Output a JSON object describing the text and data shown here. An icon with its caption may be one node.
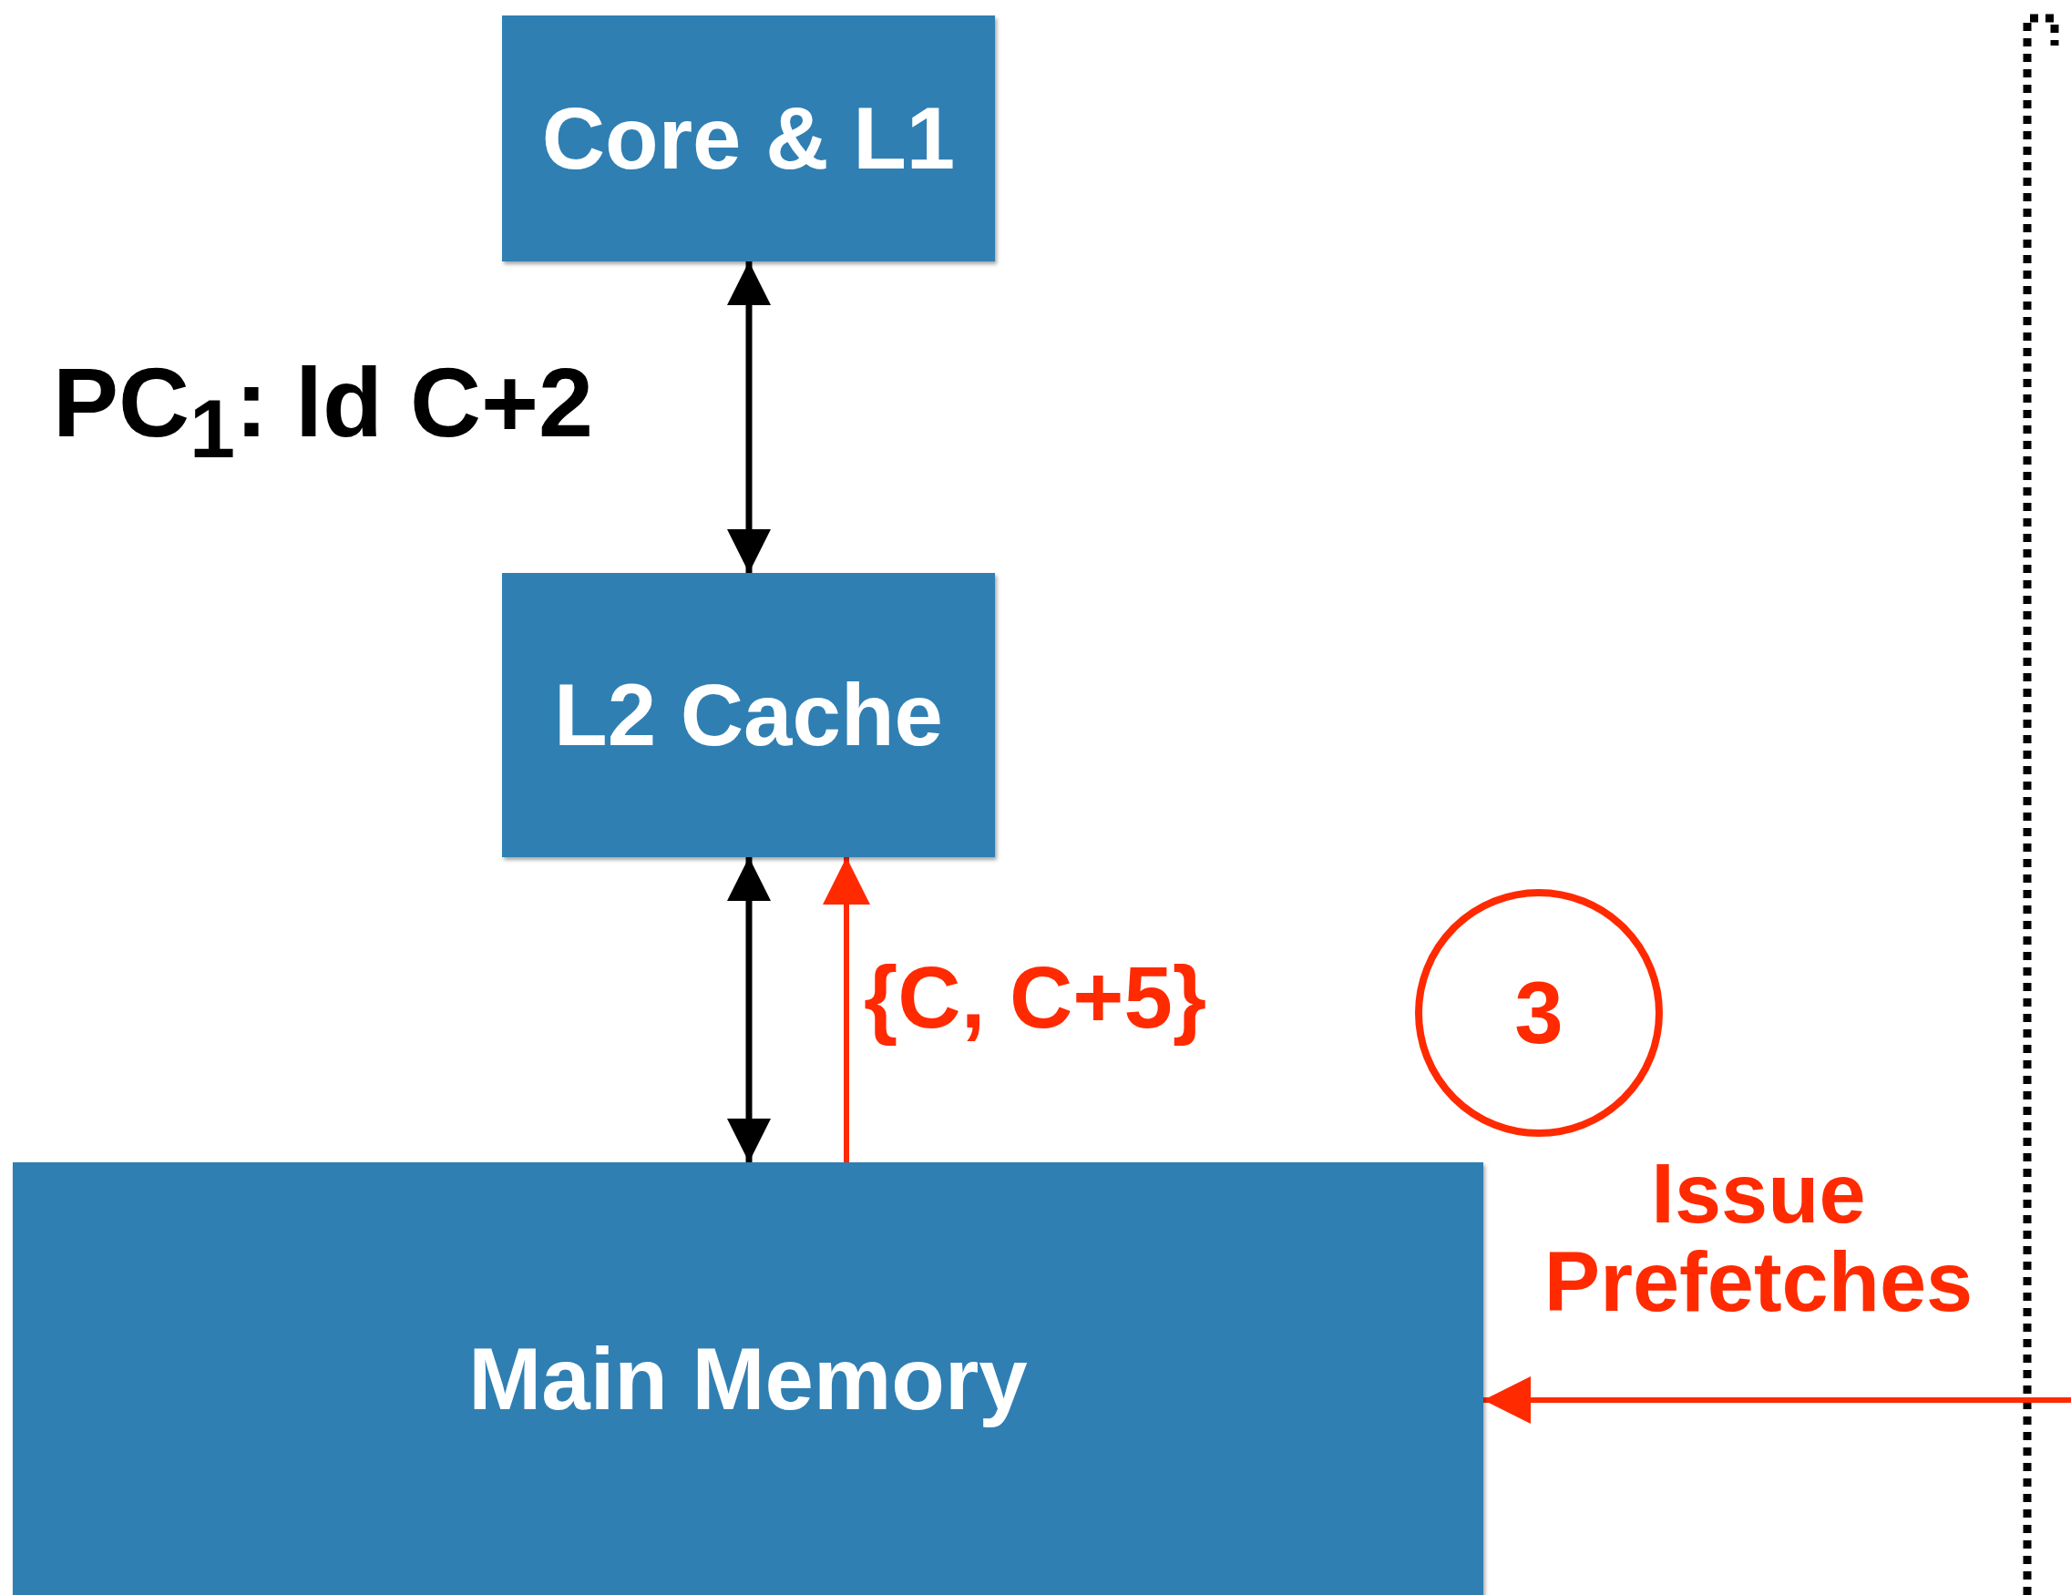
{
  "diagram": {
    "nodes": [
      {
        "text": [
          "Core & L1"
        ]
      },
      {
        "text": [
          "L2 Cache"
        ]
      },
      {
        "text": [
          "Main Memory"
        ]
      }
    ],
    "edges": [
      {
        "from": 0,
        "to": 1,
        "arrow": "both",
        "label": "PC$_{1}$: ld C+2"
      },
      {
        "from": 1,
        "to": 2,
        "arrow": "both"
      },
      {
        "from": 2,
        "to": 1,
        "arrow": "to",
        "color": "#ff2a00",
        "label": "{C, C+5}"
      },
      {
        "from": null,
        "to": 2,
        "arrow": "to",
        "color": "#ff2a00",
        "label": "Issue Prefetches"
      }
    ],
    "labels": [
      "3"
    ]
  }
}
